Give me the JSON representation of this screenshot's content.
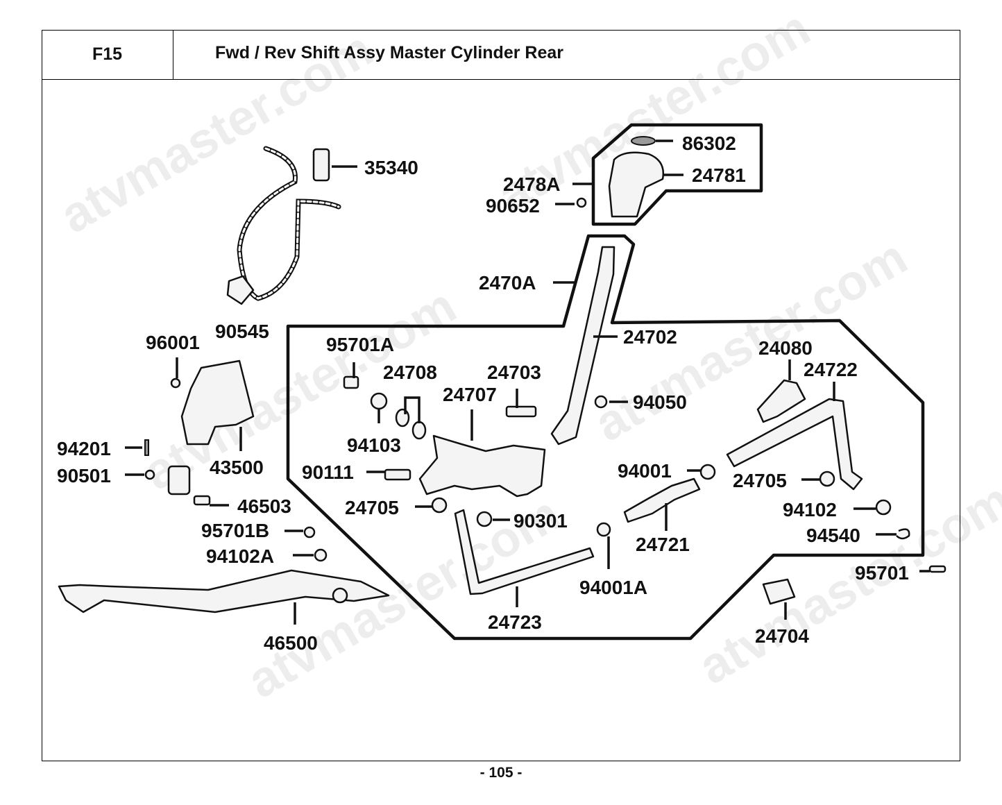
{
  "header": {
    "code": "F15",
    "title": "Fwd / Rev Shift Assy  Master Cylinder Rear"
  },
  "footer": {
    "page_number": "- 105 -"
  },
  "watermark": {
    "text": "atvmaster.com",
    "color": "#000000"
  },
  "callouts": {
    "p86302": "86302",
    "p24781": "24781",
    "p2478A": "2478A",
    "p90652": "90652",
    "p35340": "35340",
    "p2470A": "2470A",
    "p90545": "90545",
    "p24702": "24702",
    "p96001": "96001",
    "p95701A": "95701A",
    "p24708": "24708",
    "p24703": "24703",
    "p24707": "24707",
    "p94050": "94050",
    "p24080": "24080",
    "p24722": "24722",
    "p94201": "94201",
    "p94103": "94103",
    "p90501": "90501",
    "p43500": "43500",
    "p90111": "90111",
    "p94001": "94001",
    "p24705a": "24705",
    "p24705b": "24705",
    "p46503": "46503",
    "p90301": "90301",
    "p94102": "94102",
    "p95701B": "95701B",
    "p24721": "24721",
    "p94540": "94540",
    "p94102A": "94102A",
    "p95701": "95701",
    "p94001A": "94001A",
    "p24723": "24723",
    "p24704": "24704",
    "p46500": "46500"
  }
}
